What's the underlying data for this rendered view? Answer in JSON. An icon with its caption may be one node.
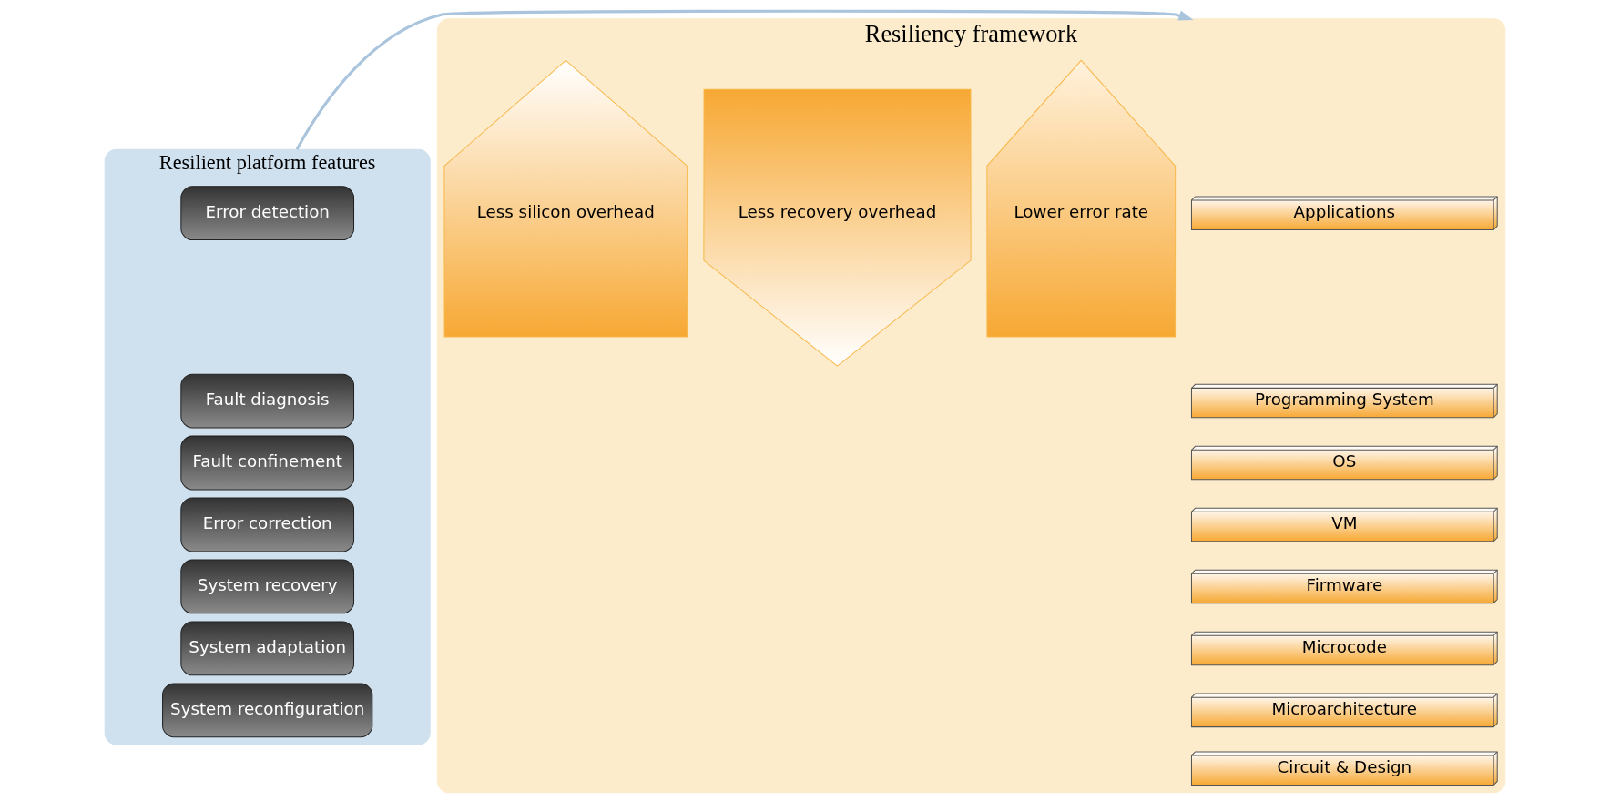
{
  "diagram": {
    "nodes": [
      {
        "text": [
          "Resilient platform features"
        ]
      },
      {
        "text": [
          "Error detection"
        ],
        "in": 0
      },
      {
        "text": [
          "Fault diagnosis"
        ],
        "in": 0
      },
      {
        "text": [
          "Fault confinement"
        ],
        "in": 0
      },
      {
        "text": [
          "Error correction"
        ],
        "in": 0
      },
      {
        "text": [
          "System recovery"
        ],
        "in": 0
      },
      {
        "text": [
          "System adaptation"
        ],
        "in": 0
      },
      {
        "text": [
          "System reconfiguration"
        ],
        "in": 0
      },
      {
        "text": [
          "Resiliency framework"
        ]
      },
      {
        "text": [
          "Applications"
        ],
        "in": 8
      },
      {
        "text": [
          "Programming System"
        ],
        "in": 8
      },
      {
        "text": [
          "OS"
        ],
        "in": 8
      },
      {
        "text": [
          "VM"
        ],
        "in": 8
      },
      {
        "text": [
          "Firmware"
        ],
        "in": 8
      },
      {
        "text": [
          "Microcode"
        ],
        "in": 8
      },
      {
        "text": [
          "Microarchitecture"
        ],
        "in": 8
      },
      {
        "text": [
          "Circuit & Design"
        ],
        "in": 8
      },
      {
        "text": [
          "Lower error rate"
        ],
        "in": 8
      },
      {
        "text": [
          "Less recovery overhead"
        ],
        "in": 8
      },
      {
        "text": [
          "Less silicon overhead"
        ],
        "in": 8
      }
    ],
    "edges": [
      {
        "from": 0,
        "to": 8,
        "arrow": "to"
      }
    ]
  }
}
